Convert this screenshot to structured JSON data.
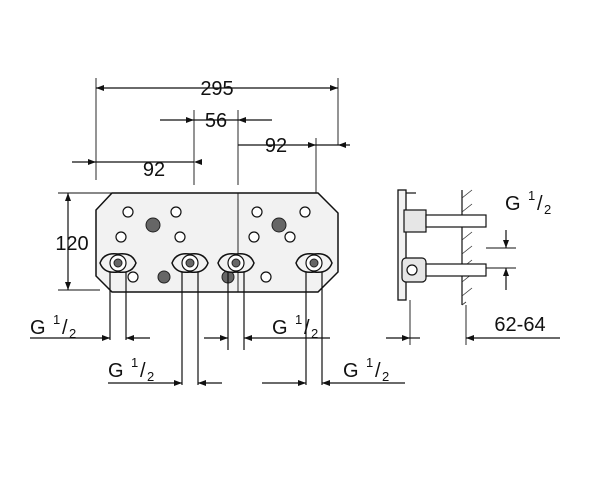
{
  "dimensions": {
    "overall_width": "295",
    "center_spacing": "56",
    "left_spacing": "92",
    "right_spacing": "92",
    "height": "120",
    "wall_depth": "62-64"
  },
  "thread_labels": {
    "base": "G",
    "fraction_numerator": "1",
    "fraction_denominator": "2"
  }
}
